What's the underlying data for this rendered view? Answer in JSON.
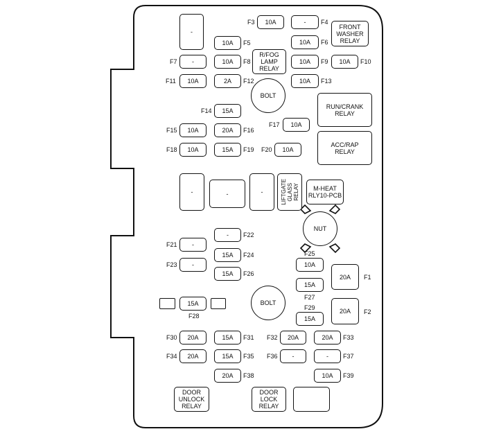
{
  "fuses": {
    "F1": {
      "id": "F1",
      "rating": "20A"
    },
    "F2": {
      "id": "F2",
      "rating": "20A"
    },
    "F3": {
      "id": "F3",
      "rating": "10A"
    },
    "F4": {
      "id": "F4",
      "rating": "-"
    },
    "F5": {
      "id": "F5",
      "rating": "10A"
    },
    "F6": {
      "id": "F6",
      "rating": "10A"
    },
    "F7": {
      "id": "F7",
      "rating": "-"
    },
    "F8": {
      "id": "F8",
      "rating": "10A"
    },
    "F9": {
      "id": "F9",
      "rating": "10A"
    },
    "F10": {
      "id": "F10",
      "rating": "10A"
    },
    "F11": {
      "id": "F11",
      "rating": "10A"
    },
    "F12": {
      "id": "F12",
      "rating": "2A"
    },
    "F13": {
      "id": "F13",
      "rating": "10A"
    },
    "F14": {
      "id": "F14",
      "rating": "15A"
    },
    "F15": {
      "id": "F15",
      "rating": "10A"
    },
    "F16": {
      "id": "F16",
      "rating": "20A"
    },
    "F17": {
      "id": "F17",
      "rating": "10A"
    },
    "F18": {
      "id": "F18",
      "rating": "10A"
    },
    "F19": {
      "id": "F19",
      "rating": "15A"
    },
    "F20": {
      "id": "F20",
      "rating": "10A"
    },
    "F21": {
      "id": "F21",
      "rating": "-"
    },
    "F22": {
      "id": "F22",
      "rating": "-"
    },
    "F23": {
      "id": "F23",
      "rating": "-"
    },
    "F24": {
      "id": "F24",
      "rating": "15A"
    },
    "F25": {
      "id": "F25",
      "rating": "10A"
    },
    "F26": {
      "id": "F26",
      "rating": "15A"
    },
    "F27": {
      "id": "F27",
      "rating": "15A"
    },
    "F28": {
      "id": "F28",
      "rating": "15A"
    },
    "F29": {
      "id": "F29",
      "rating": "15A"
    },
    "F30": {
      "id": "F30",
      "rating": "20A"
    },
    "F31": {
      "id": "F31",
      "rating": "15A"
    },
    "F32": {
      "id": "F32",
      "rating": "20A"
    },
    "F33": {
      "id": "F33",
      "rating": "20A"
    },
    "F34": {
      "id": "F34",
      "rating": "20A"
    },
    "F35": {
      "id": "F35",
      "rating": "15A"
    },
    "F36": {
      "id": "F36",
      "rating": "-"
    },
    "F37": {
      "id": "F37",
      "rating": "-"
    },
    "F38": {
      "id": "F38",
      "rating": "20A"
    },
    "F39": {
      "id": "F39",
      "rating": "10A"
    }
  },
  "relays": {
    "front_washer": "FRONT\nWASHER\nRELAY",
    "rfog_lamp": "R/FOG\nLAMP\nRELAY",
    "run_crank": "RUN/CRANK\nRELAY",
    "acc_rap": "ACC/RAP\nRELAY",
    "liftgate_glass": "LIFTGATE\nGLASS\nRELAY",
    "m_heat": "M-HEAT\nRLY10-PCB",
    "door_unlock": "DOOR\nUNLOCK\nRELAY",
    "door_lock": "DOOR\nLOCK\nRELAY"
  },
  "spare_slot_label": "-",
  "bolt_label": "BOLT",
  "nut_label": "NUT"
}
